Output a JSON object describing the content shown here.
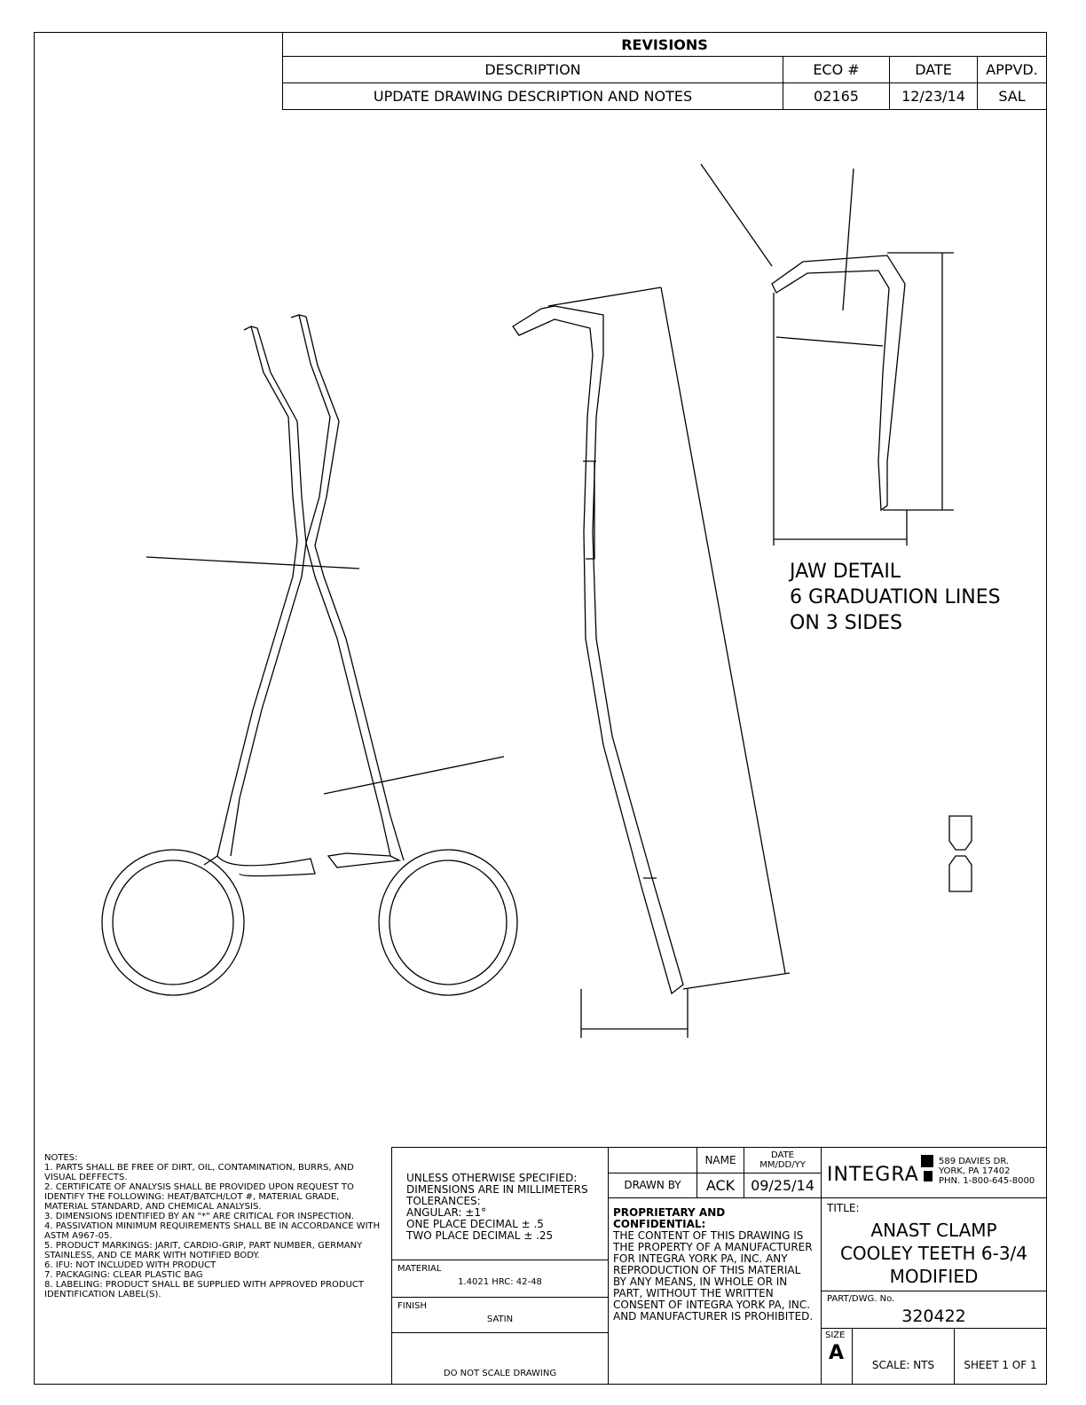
{
  "revisions": {
    "title": "REVISIONS",
    "headers": {
      "description": "DESCRIPTION",
      "eco": "ECO #",
      "date": "DATE",
      "appvd": "APPVD."
    },
    "rows": [
      {
        "description": "UPDATE DRAWING DESCRIPTION AND NOTES",
        "eco": "02165",
        "date": "12/23/14",
        "appvd": "SAL"
      }
    ]
  },
  "jaw_detail": [
    "JAW DETAIL",
    "6 GRADUATION LINES",
    "ON 3 SIDES"
  ],
  "notes": {
    "title": "NOTES:",
    "items": [
      "1.  PARTS SHALL BE FREE OF DIRT, OIL, CONTAMINATION, BURRS, AND VISUAL DEFFECTS.",
      "2.  CERTIFICATE OF ANALYSIS SHALL BE PROVIDED UPON REQUEST TO IDENTIFY THE FOLLOWING: HEAT/BATCH/LOT #, MATERIAL GRADE, MATERIAL STANDARD, AND CHEMICAL ANALYSIS.",
      "3.  DIMENSIONS IDENTIFIED BY AN \"*\" ARE CRITICAL FOR INSPECTION.",
      "4.  PASSIVATION MINIMUM REQUIREMENTS SHALL BE IN ACCORDANCE WITH ASTM A967-05.",
      "5.  PRODUCT MARKINGS: JARIT, CARDIO-GRIP, PART NUMBER, GERMANY STAINLESS, AND CE MARK WITH NOTIFIED BODY.",
      "6.  IFU: NOT INCLUDED WITH PRODUCT",
      "7.  PACKAGING: CLEAR PLASTIC BAG",
      "8.  LABELING: PRODUCT SHALL BE SUPPLIED WITH APPROVED PRODUCT IDENTIFICATION LABEL(S)."
    ]
  },
  "tolerances": [
    "UNLESS OTHERWISE SPECIFIED:",
    "DIMENSIONS ARE IN MILLIMETERS",
    "TOLERANCES:",
    "ANGULAR: ±1°",
    "ONE PLACE DECIMAL ± .5",
    "TWO PLACE DECIMAL ± .25"
  ],
  "material": {
    "label": "MATERIAL",
    "value": "1.4021   HRC: 42-48"
  },
  "finish": {
    "label": "FINISH",
    "value": "SATIN"
  },
  "do_not_scale": "DO NOT SCALE DRAWING",
  "drawn": {
    "name_header": "NAME",
    "date_header": "DATE MM/DD/YY",
    "label": "DRAWN BY",
    "name": "ACK",
    "date": "09/25/14"
  },
  "proprietary": {
    "title": "PROPRIETARY AND CONFIDENTIAL:",
    "text": "THE CONTENT OF THIS DRAWING IS THE PROPERTY OF A MANUFACTURER FOR INTEGRA YORK PA, INC. ANY REPRODUCTION OF THIS MATERIAL BY ANY MEANS, IN WHOLE OR IN PART, WITHOUT THE WRITTEN CONSENT OF INTEGRA YORK PA, INC. AND MANUFACTURER IS PROHIBITED."
  },
  "company": {
    "logo": "INTEGRA",
    "address": [
      "589 DAVIES DR.",
      "YORK, PA 17402",
      "PHN. 1-800-645-8000"
    ]
  },
  "title_block": {
    "label": "TITLE:",
    "lines": [
      "ANAST CLAMP",
      "COOLEY TEETH 6-3/4",
      "MODIFIED"
    ]
  },
  "part": {
    "label": "PART/DWG. No.",
    "value": "320422"
  },
  "size": {
    "label": "SIZE",
    "value": "A"
  },
  "scale": "SCALE: NTS",
  "sheet": "SHEET 1 OF 1"
}
